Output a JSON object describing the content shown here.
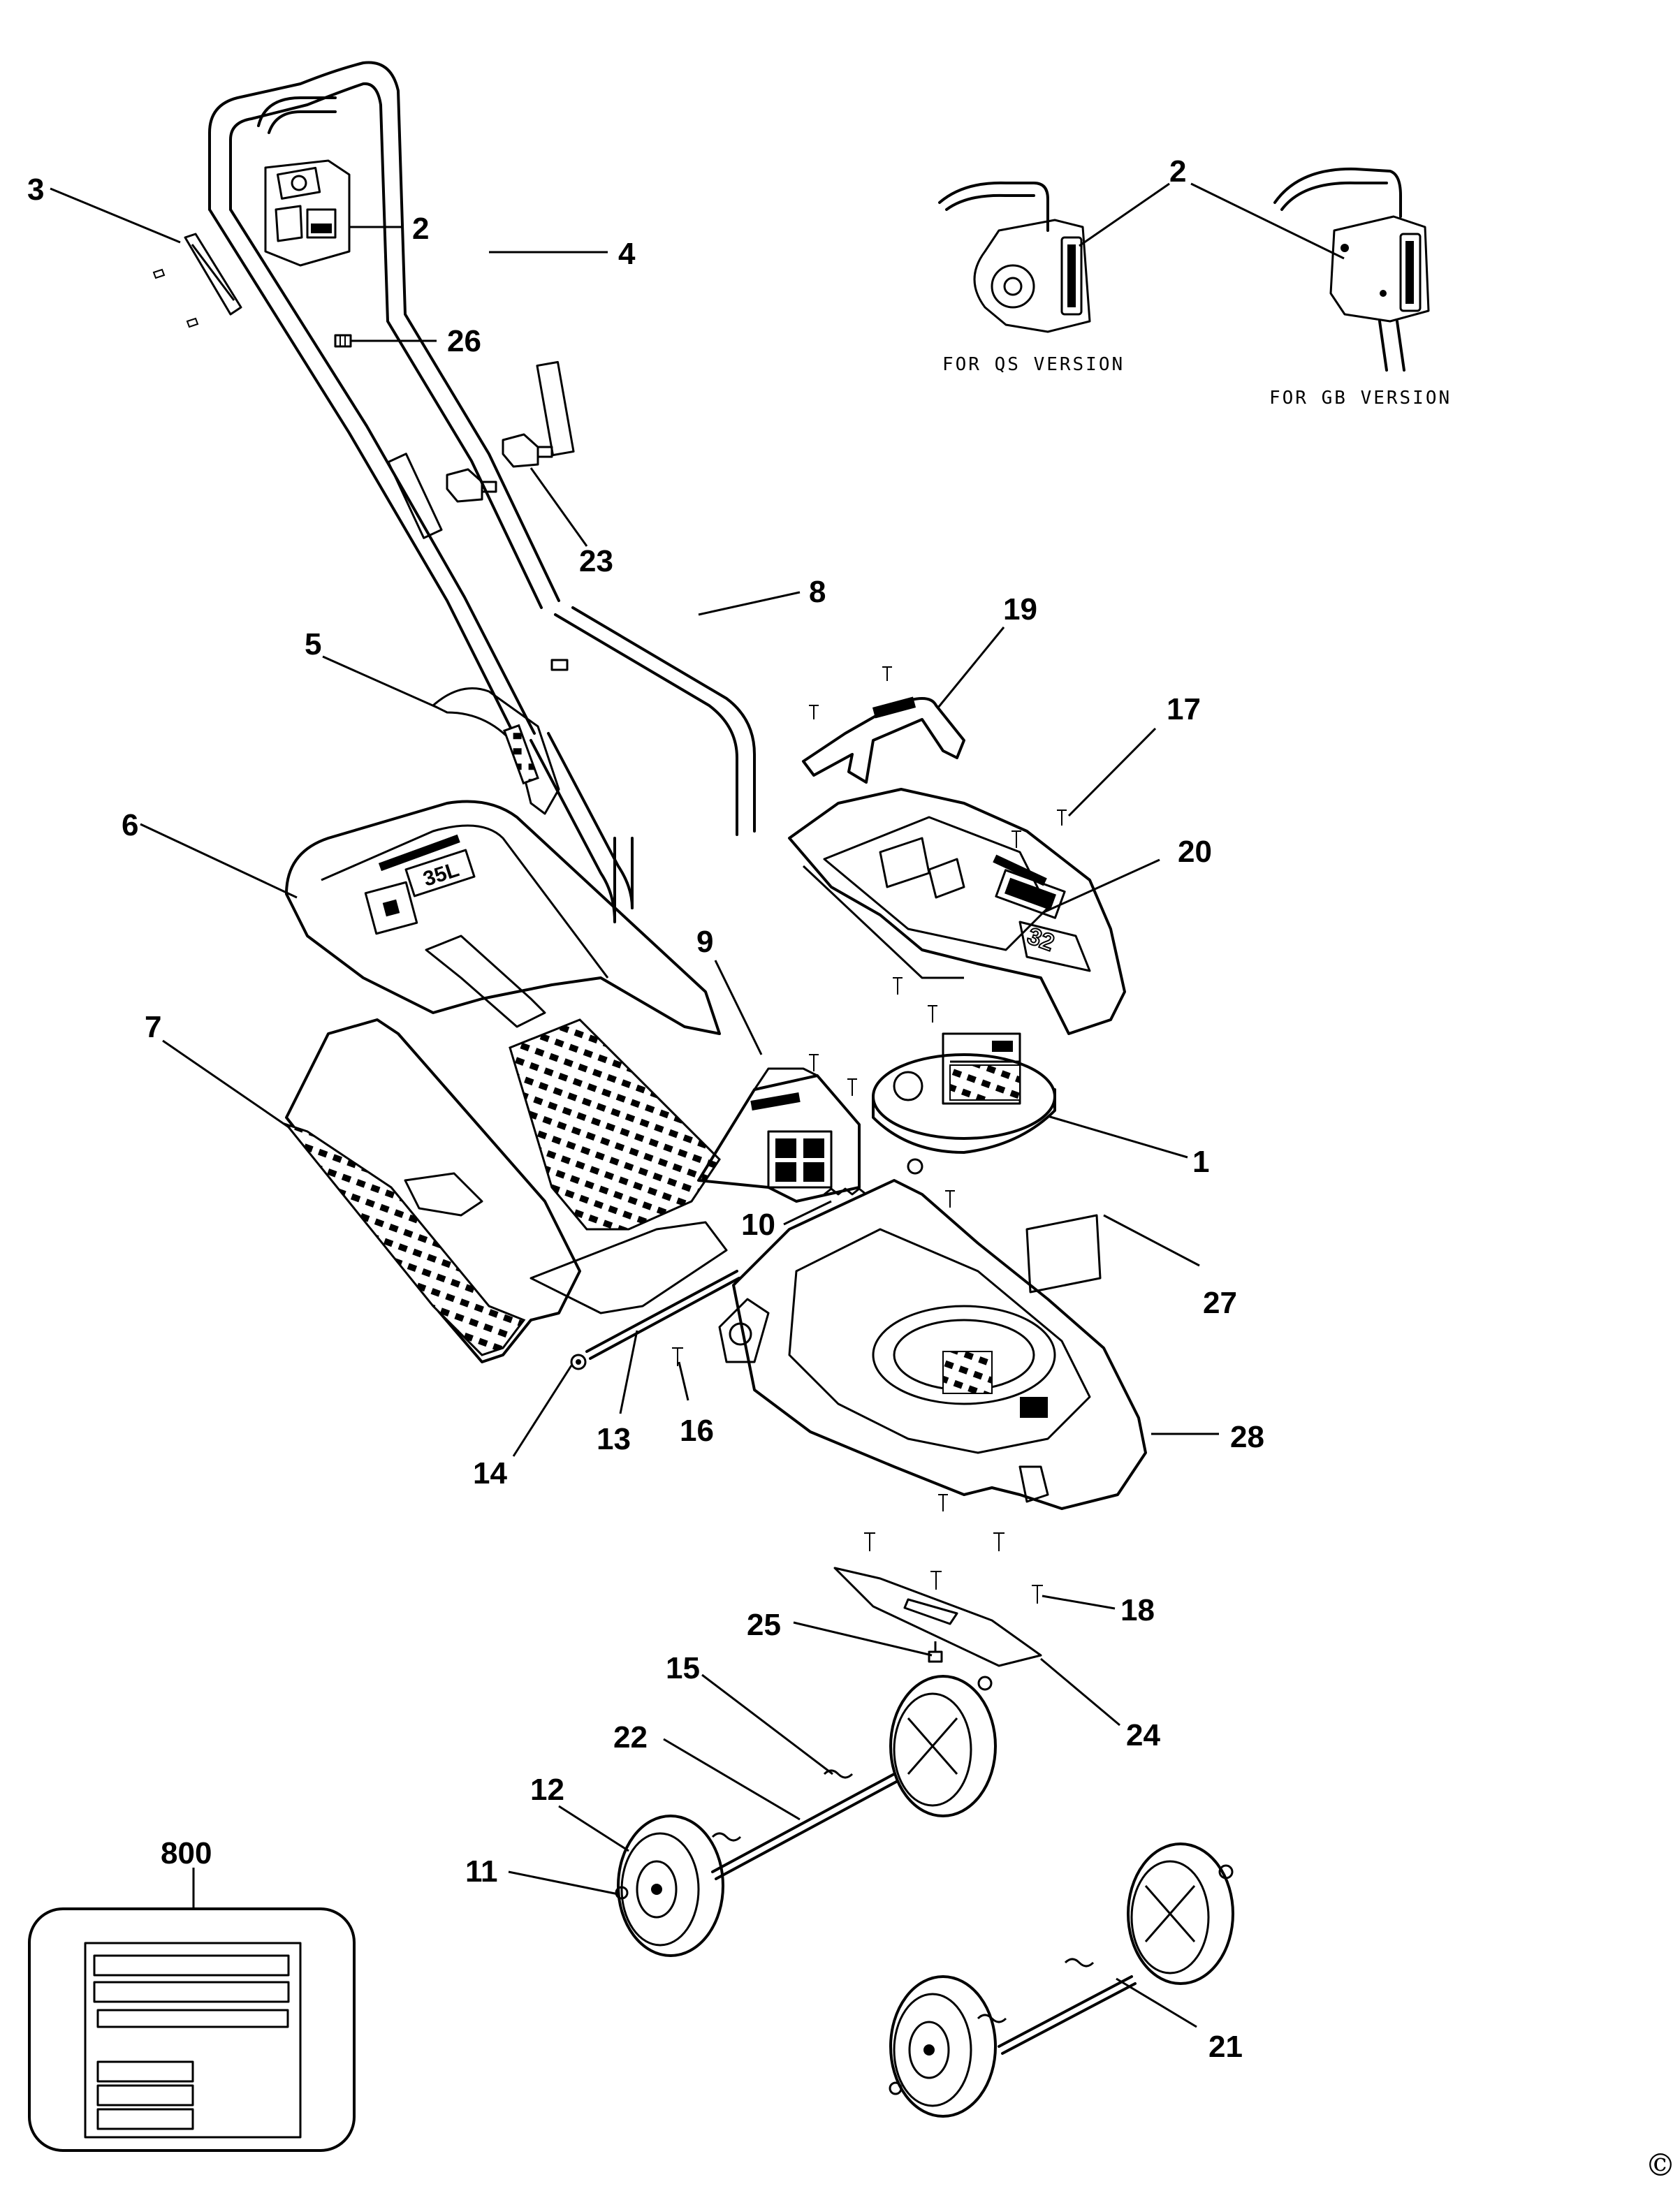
{
  "variants": {
    "qs_label": "FOR QS VERSION",
    "gb_label": "FOR GB VERSION"
  },
  "badges": {
    "grassbox_capacity": "35L",
    "deck_size": "32"
  },
  "copyright_mark": "©",
  "parts": [
    {
      "id": "p3",
      "number": "3"
    },
    {
      "id": "p2",
      "number": "2"
    },
    {
      "id": "p4",
      "number": "4"
    },
    {
      "id": "p26",
      "number": "26"
    },
    {
      "id": "p23",
      "number": "23"
    },
    {
      "id": "p8",
      "number": "8"
    },
    {
      "id": "p2b",
      "number": "2"
    },
    {
      "id": "p19",
      "number": "19"
    },
    {
      "id": "p5",
      "number": "5"
    },
    {
      "id": "p17",
      "number": "17"
    },
    {
      "id": "p6",
      "number": "6"
    },
    {
      "id": "p20",
      "number": "20"
    },
    {
      "id": "p9",
      "number": "9"
    },
    {
      "id": "p7",
      "number": "7"
    },
    {
      "id": "p1",
      "number": "1"
    },
    {
      "id": "p10",
      "number": "10"
    },
    {
      "id": "p27",
      "number": "27"
    },
    {
      "id": "p28",
      "number": "28"
    },
    {
      "id": "p16",
      "number": "16"
    },
    {
      "id": "p13",
      "number": "13"
    },
    {
      "id": "p14",
      "number": "14"
    },
    {
      "id": "p18",
      "number": "18"
    },
    {
      "id": "p25",
      "number": "25"
    },
    {
      "id": "p15",
      "number": "15"
    },
    {
      "id": "p24",
      "number": "24"
    },
    {
      "id": "p22",
      "number": "22"
    },
    {
      "id": "p12",
      "number": "12"
    },
    {
      "id": "p800",
      "number": "800"
    },
    {
      "id": "p11",
      "number": "11"
    },
    {
      "id": "p21",
      "number": "21"
    }
  ]
}
